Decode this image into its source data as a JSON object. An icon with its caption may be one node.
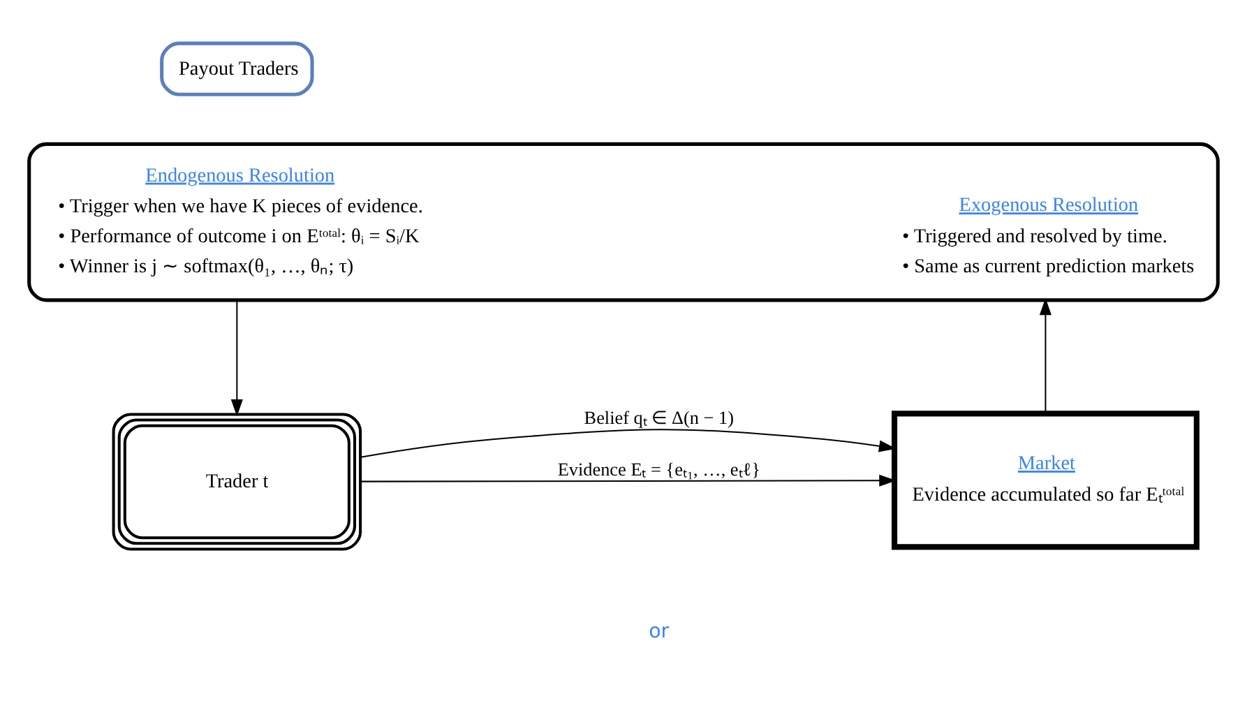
{
  "diagram": {
    "nodes": [
      {
        "text": [
          "Trader t"
        ]
      },
      {
        "text": [
          "Market",
          "Evidence accumulated so far Eₜᵗᵒᵗᵃˡ"
        ]
      },
      {
        "text": [],
        "shape": "box"
      },
      {
        "text": [
          "Endogenous Resolution",
          "• Trigger when we have K pieces of evidence.",
          "• Performance of outcome i on Eᵗᵒᵗᵃˡ: θᵢ = Sᵢ/K",
          "• Winner is j ∼ softmax(θ₁, …, θₙ; τ)"
        ],
        "in": 2
      },
      {
        "text": [
          "Exogenous Resolution",
          "• Triggered and resolved by time.",
          "• Same as current prediction markets"
        ],
        "in": 2
      },
      {
        "text": [
          "Payout Traders"
        ]
      }
    ],
    "edges": [
      {
        "from": 0,
        "to": 1,
        "arrow": "to",
        "label": "Belief qₜ ∈ Δ(n − 1)"
      },
      {
        "from": 0,
        "to": 1,
        "arrow": "to",
        "label": "Evidence Eₜ = {eₜ₁, …, eₜℓ}"
      },
      {
        "from": 1,
        "to": 2,
        "arrow": "to"
      },
      {
        "from": 2,
        "to": 0,
        "arrow": "to"
      }
    ],
    "labels": [
      "or"
    ]
  }
}
